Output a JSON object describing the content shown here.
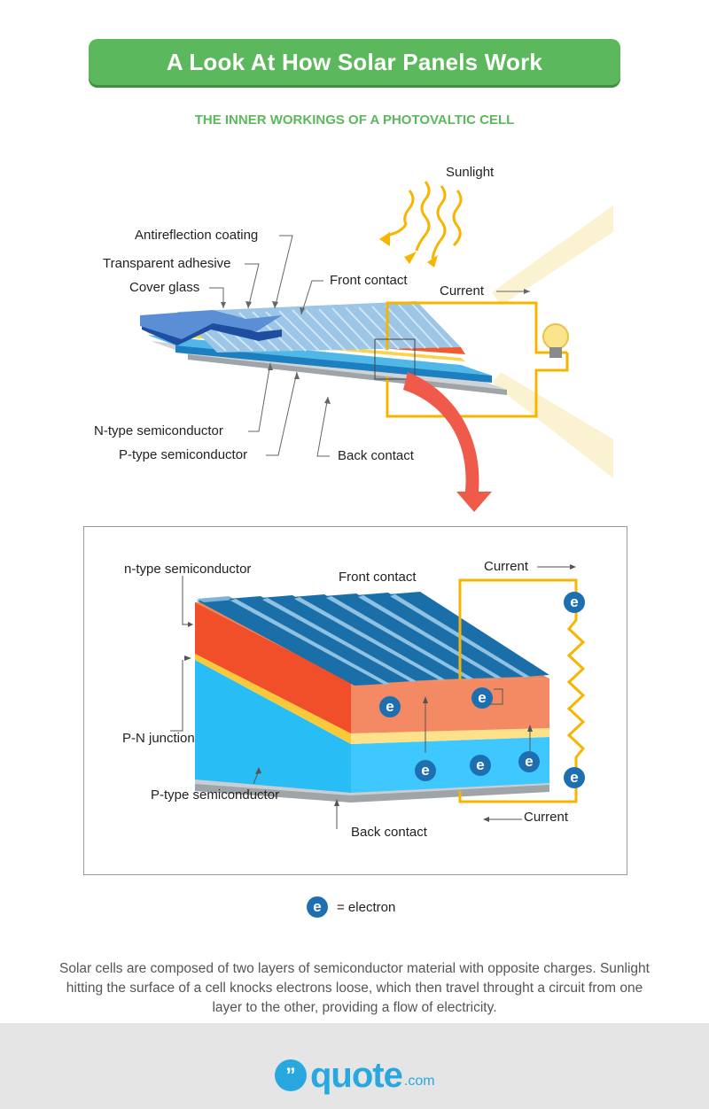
{
  "header": {
    "title": "A Look At How Solar Panels Work",
    "subtitle": "THE INNER WORKINGS OF A PHOTOVALTIC CELL"
  },
  "top_diagram": {
    "sunlight": "Sunlight",
    "antireflection": "Antireflection coating",
    "adhesive": "Transparent adhesive",
    "cover_glass": "Cover glass",
    "front_contact": "Front contact",
    "current": "Current",
    "n_type": "N-type semiconductor",
    "p_type": "P-type semiconductor",
    "back_contact": "Back contact"
  },
  "detail_diagram": {
    "n_type": "n-type semiconductor",
    "front_contact": "Front contact",
    "current_top": "Current",
    "pn_junction": "P-N junction",
    "p_type": "P-type semiconductor",
    "back_contact": "Back contact",
    "current_bottom": "Current",
    "electron_symbol": "e"
  },
  "legend": {
    "symbol": "e",
    "text": "= electron"
  },
  "description": "Solar cells are composed of two layers of semiconductor material with opposite charges. Sunlight hitting the surface of a cell knocks electrons loose, which then travel throught a circuit from one layer to the other, providing a flow of electricity.",
  "footer": {
    "logo_mark": "”",
    "logo_word": "quote",
    "logo_domain": ".com"
  },
  "colors": {
    "green": "#5cb85c",
    "orange": "#f4623a",
    "blue": "#1aa3e8",
    "yellow": "#f7b500",
    "arrow_red": "#ef5a4a"
  }
}
